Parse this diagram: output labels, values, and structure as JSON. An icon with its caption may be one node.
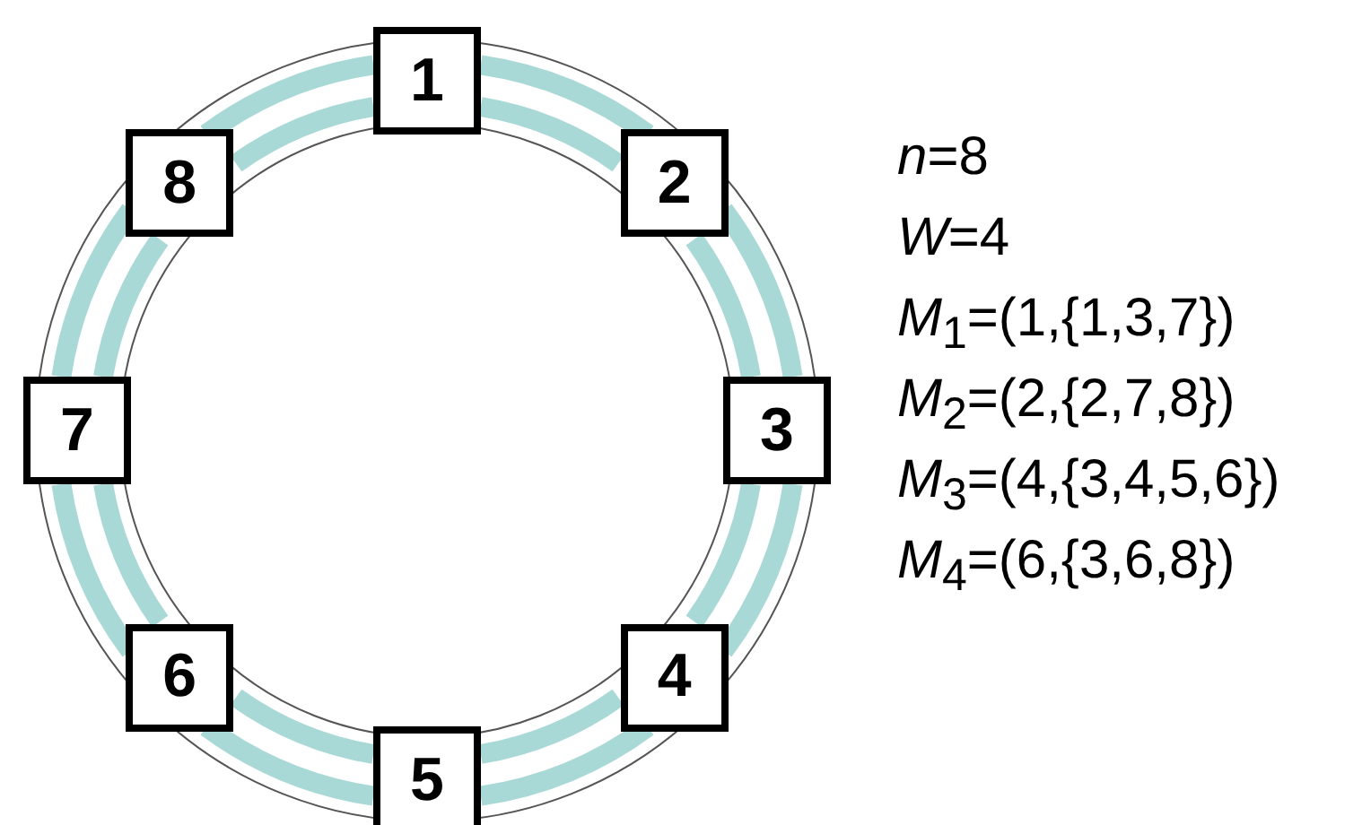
{
  "diagram": {
    "nodes": [
      {
        "text": [
          "1"
        ]
      },
      {
        "text": [
          "2"
        ]
      },
      {
        "text": [
          "3"
        ]
      },
      {
        "text": [
          "4"
        ]
      },
      {
        "text": [
          "5"
        ]
      },
      {
        "text": [
          "6"
        ]
      },
      {
        "text": [
          "7"
        ]
      },
      {
        "text": [
          "8"
        ]
      }
    ],
    "edges": [
      {
        "from": 0,
        "to": 1,
        "arrow": "none"
      },
      {
        "from": 1,
        "to": 2,
        "arrow": "none"
      },
      {
        "from": 2,
        "to": 3,
        "arrow": "none"
      },
      {
        "from": 3,
        "to": 4,
        "arrow": "none"
      },
      {
        "from": 4,
        "to": 5,
        "arrow": "none"
      },
      {
        "from": 5,
        "to": 6,
        "arrow": "none"
      },
      {
        "from": 6,
        "to": 7,
        "arrow": "none"
      },
      {
        "from": 7,
        "to": 0,
        "arrow": "none"
      }
    ],
    "labels": [
      "*n*=8",
      "*W*=4",
      "*M*$_{1}$=(1,{1,3,7})",
      "*M*$_{2}$=(2,{2,7,8})",
      "*M*$_{3}$=(4,{3,4,5,6})",
      "*M*$_{4}$=(6,{3,6,8})"
    ]
  }
}
